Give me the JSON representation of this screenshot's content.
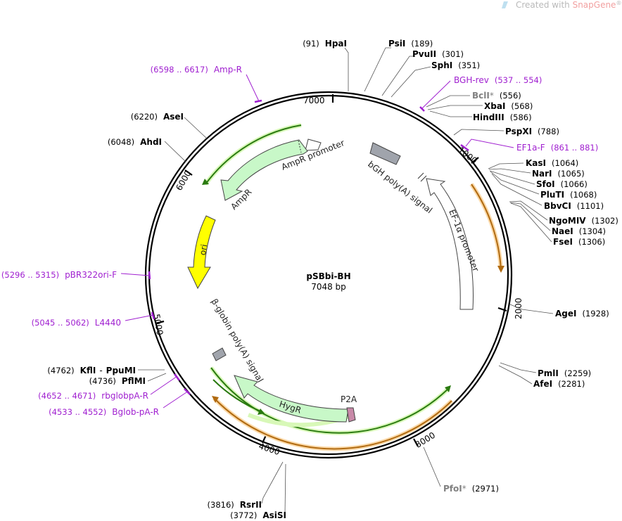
{
  "watermark": {
    "prefix": "Created with ",
    "brand": "SnapGene",
    "reg": "®"
  },
  "title": "pSBbi-BH",
  "size": "7048 bp",
  "ticks": [
    "1000",
    "2000",
    "3000",
    "4000",
    "5000",
    "6000",
    "7000"
  ],
  "sites_right": [
    {
      "name": "PsiI",
      "pos": "(189)"
    },
    {
      "name": "PvuII",
      "pos": "(301)"
    },
    {
      "name": "SphI",
      "pos": "(351)"
    },
    {
      "name": "BclI",
      "star": "*",
      "pos": "(556)"
    },
    {
      "name": "XbaI",
      "pos": "(568)"
    },
    {
      "name": "HindIII",
      "pos": "(586)"
    },
    {
      "name": "PspXI",
      "pos": "(788)"
    },
    {
      "name": "KasI",
      "pos": "(1064)"
    },
    {
      "name": "NarI",
      "pos": "(1065)"
    },
    {
      "name": "SfoI",
      "pos": "(1066)"
    },
    {
      "name": "PluTI",
      "pos": "(1068)"
    },
    {
      "name": "BbvCI",
      "pos": "(1101)"
    },
    {
      "name": "NgoMIV",
      "pos": "(1302)"
    },
    {
      "name": "NaeI",
      "pos": "(1304)"
    },
    {
      "name": "FseI",
      "pos": "(1306)"
    },
    {
      "name": "AgeI",
      "pos": "(1928)"
    },
    {
      "name": "PmlI",
      "pos": "(2259)"
    },
    {
      "name": "AfeI",
      "pos": "(2281)"
    },
    {
      "name": "PfoI",
      "star": "*",
      "pos": "(2971)"
    }
  ],
  "sites_left": [
    {
      "name": "HpaI",
      "pos": "(91)"
    },
    {
      "name": "AseI",
      "pos": "(6220)"
    },
    {
      "name": "AhdI",
      "pos": "(6048)"
    },
    {
      "name": "KflI",
      "sep": "-",
      "name2": "PpuMI",
      "pos": "(4762)"
    },
    {
      "name": "PflMI",
      "pos": "(4736)"
    },
    {
      "name": "RsrII",
      "pos": "(3816)"
    },
    {
      "name": "AsiSI",
      "pos": "(3772)"
    }
  ],
  "primers": [
    {
      "name": "Amp-R",
      "range": "(6598 .. 6617)"
    },
    {
      "name": "BGH-rev",
      "range": "(537 .. 554)"
    },
    {
      "name": "EF1a-F",
      "range": "(861 .. 881)"
    },
    {
      "name": "pBR322ori-F",
      "range": "(5296 .. 5315)"
    },
    {
      "name": "L4440",
      "range": "(5045 .. 5062)"
    },
    {
      "name": "rbglobpA-R",
      "range": "(4652 .. 4671)"
    },
    {
      "name": "Bglob-pA-R",
      "range": "(4533 .. 4552)"
    }
  ],
  "features": {
    "ampr_promoter": "AmpR promoter",
    "ampr": "AmpR",
    "ori": "ori",
    "bgh_polya": "bGH poly(A) signal",
    "ef1a": "EF-1α promoter",
    "bglobin_polya": "β-globin poly(A) signal",
    "hygr": "HygR",
    "p2a": "P2A"
  },
  "colors": {
    "ring": "#000000",
    "arrow_green": "#c8f8c8",
    "ori_yellow": "#ffff00",
    "polya_gray": "#a0a4ac",
    "p2a": "#c889a8",
    "primer": "#a020d0",
    "orf_orange": "#f0a040",
    "orf_green": "#66b030"
  }
}
